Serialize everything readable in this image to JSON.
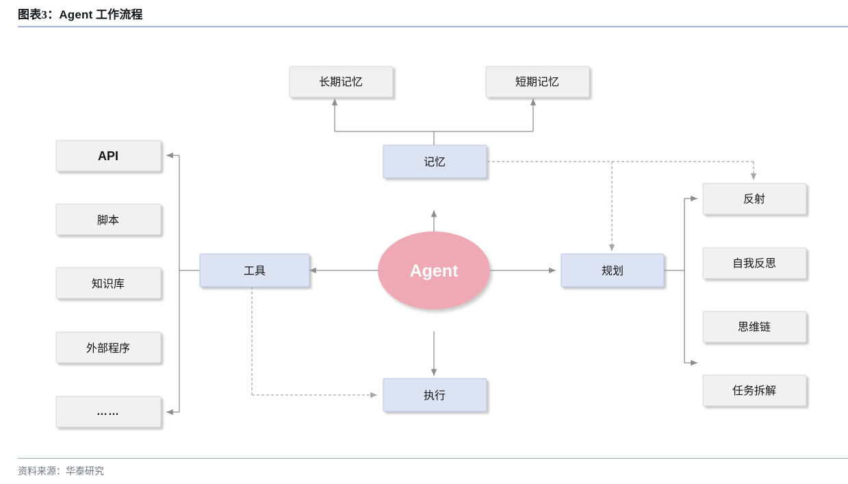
{
  "header": {
    "exhibit_prefix": "图表3：",
    "title_latin": "Agent",
    "title_cn": "工作流程",
    "rule_color": "#9fb0cc"
  },
  "footer": {
    "source_label": "资料来源：华泰研究"
  },
  "colors": {
    "gray_box_fill": "#f1f1f1",
    "gray_box_stroke": "#d5d5d5",
    "blue_box_fill": "#dce3f3",
    "blue_box_stroke": "#b7c3e0",
    "agent_fill": "#efa9b4",
    "agent_text": "#ffffff",
    "connector": "#8d8d8d",
    "dashed_connector": "#a6a6a6",
    "page_background": "#ffffff"
  },
  "diagram": {
    "type": "flow-diagram",
    "center_node": {
      "label": "Agent",
      "shape": "ellipse",
      "style": "pink"
    },
    "core_nodes": [
      {
        "id": "memory",
        "label": "记忆",
        "position": "top",
        "style": "blue"
      },
      {
        "id": "tools",
        "label": "工具",
        "position": "left",
        "style": "blue"
      },
      {
        "id": "planning",
        "label": "规划",
        "position": "right",
        "style": "blue"
      },
      {
        "id": "execution",
        "label": "执行",
        "position": "bottom",
        "style": "blue"
      }
    ],
    "memory_children": [
      {
        "id": "long-term-memory",
        "label": "长期记忆",
        "style": "gray"
      },
      {
        "id": "short-term-memory",
        "label": "短期记忆",
        "style": "gray"
      }
    ],
    "tool_children": [
      {
        "id": "api",
        "label": "API",
        "style": "gray",
        "latin": true
      },
      {
        "id": "script",
        "label": "脚本",
        "style": "gray"
      },
      {
        "id": "knowledge-base",
        "label": "知识库",
        "style": "gray"
      },
      {
        "id": "external-program",
        "label": "外部程序",
        "style": "gray"
      },
      {
        "id": "ellipsis",
        "label": "……",
        "style": "gray",
        "dots": true
      }
    ],
    "planning_children": [
      {
        "id": "reflection",
        "label": "反射",
        "style": "gray"
      },
      {
        "id": "self-reflection",
        "label": "自我反思",
        "style": "gray"
      },
      {
        "id": "chain-of-thought",
        "label": "思维链",
        "style": "gray"
      },
      {
        "id": "task-decomposition",
        "label": "任务拆解",
        "style": "gray"
      }
    ],
    "edges": [
      {
        "from": "agent",
        "to": "memory",
        "style": "solid",
        "direction": "up"
      },
      {
        "from": "agent",
        "to": "tools",
        "style": "solid",
        "direction": "left"
      },
      {
        "from": "agent",
        "to": "planning",
        "style": "solid",
        "direction": "right"
      },
      {
        "from": "agent",
        "to": "execution",
        "style": "solid",
        "direction": "down"
      },
      {
        "from": "memory",
        "to": "long-term-memory",
        "style": "solid",
        "direction": "up"
      },
      {
        "from": "memory",
        "to": "short-term-memory",
        "style": "solid",
        "direction": "up"
      },
      {
        "from": "tools",
        "to": "api",
        "style": "solid",
        "direction": "left"
      },
      {
        "from": "tools",
        "to": "ellipsis",
        "style": "solid",
        "direction": "left"
      },
      {
        "from": "tools",
        "to": "execution",
        "style": "dashed",
        "direction": "right"
      },
      {
        "from": "planning",
        "to": "reflection",
        "style": "solid",
        "direction": "right"
      },
      {
        "from": "planning",
        "to": "task-decomposition",
        "style": "solid",
        "direction": "right"
      },
      {
        "from": "memory",
        "to": "planning",
        "style": "dashed",
        "direction": "down"
      },
      {
        "from": "memory",
        "to": "reflection",
        "style": "dashed",
        "direction": "down"
      }
    ]
  }
}
